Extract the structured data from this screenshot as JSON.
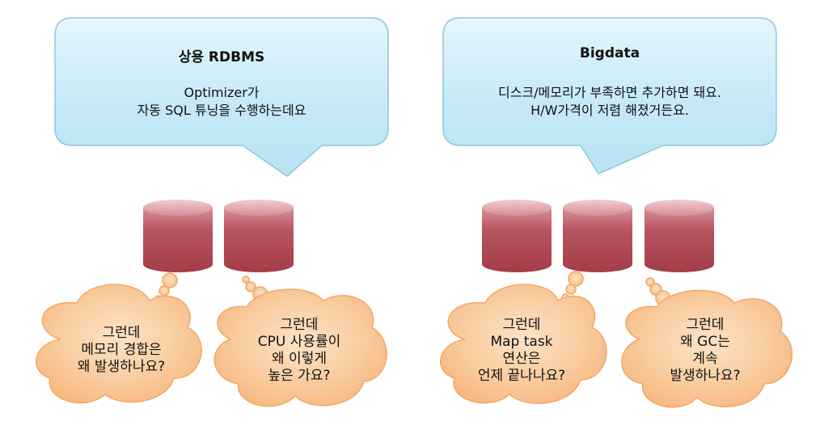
{
  "left_callout": {
    "title": "상용 RDBMS",
    "lines": [
      "Optimizer가",
      "자동 SQL 튜닝을 수행하는데요"
    ]
  },
  "right_callout": {
    "title": "Bigdata",
    "lines": [
      "디스크/메모리가 부족하면 추가하면 돼요.",
      "H/W가격이 저렴 해졌거든요."
    ]
  },
  "thoughts": [
    {
      "lines": [
        "그런데",
        "메모리 경합은",
        "왜 발생하나요?"
      ]
    },
    {
      "lines": [
        "그런데",
        "CPU 사용률이",
        "왜 이렇게",
        "높은 가요?"
      ]
    },
    {
      "lines": [
        "그런데",
        "Map task",
        "연산은",
        "언제 끝나나요?"
      ]
    },
    {
      "lines": [
        "그런데",
        "왜 GC는",
        "계속",
        "발생하나요?"
      ]
    }
  ],
  "colors": {
    "callout_fill": "#c6e9f7",
    "callout_stroke": "#8ec6dd",
    "cylinder": "#b8505a",
    "cylinder_top": "#e7b3b8",
    "cloud_fill": "#f8c79a",
    "cloud_stroke": "#f3a765"
  }
}
